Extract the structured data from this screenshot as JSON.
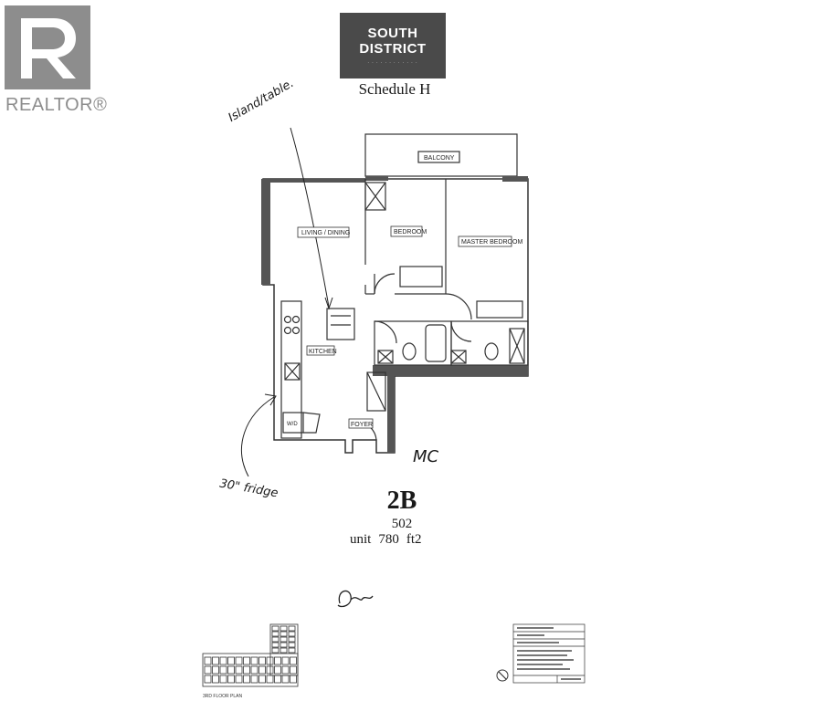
{
  "realtor_logo": {
    "wordmark": "REALTOR®"
  },
  "brand": {
    "line1": "SOUTH",
    "line2": "DISTRICT"
  },
  "schedule": "Schedule H",
  "floor_plan": {
    "rooms": {
      "balcony": "BALCONY",
      "living_dining": "LIVING / DINING",
      "bedroom": "BEDROOM",
      "master_bedroom": "MASTER BEDROOM",
      "kitchen": "KITCHEN",
      "foyer": "FOYER",
      "washer_dryer": "W/D"
    }
  },
  "handwritten_notes": {
    "island": "Island/table.",
    "fridge": "30\" fridge",
    "initials": "MC"
  },
  "unit": {
    "type": "2B",
    "number": "502",
    "unit_label": "unit",
    "area_value": "780",
    "area_unit": "ft2"
  },
  "keyplan": {
    "caption": "3RD FLOOR PLAN"
  }
}
